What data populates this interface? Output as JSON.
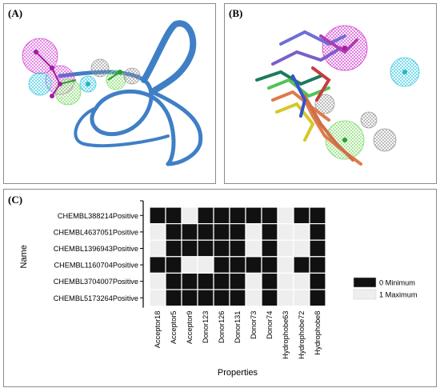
{
  "panels": {
    "a_label": "(A)",
    "b_label": "(B)",
    "c_label": "(C)"
  },
  "chart_data": {
    "type": "heatmap",
    "title": "",
    "xlabel": "Properties",
    "ylabel": "Name",
    "rows": [
      "CHEMBL388214Positive",
      "CHEMBL4637051Positive",
      "CHEMBL1396943Positive",
      "CHEMBL1160704Positive",
      "CHEMBL3704007Positive",
      "CHEMBL5173264Positive"
    ],
    "columns": [
      "Acceptor18",
      "Acceptor5",
      "Acceptor9",
      "Donor123",
      "Donor126",
      "Donor131",
      "Donor73",
      "Donor74",
      "Hydrophobe63",
      "Hydrophobe72",
      "Hydrophobe8"
    ],
    "values": [
      [
        0,
        0,
        1,
        0,
        0,
        0,
        0,
        0,
        1,
        0,
        0
      ],
      [
        1,
        0,
        0,
        0,
        0,
        0,
        1,
        0,
        1,
        1,
        0
      ],
      [
        1,
        0,
        0,
        0,
        0,
        0,
        1,
        0,
        1,
        1,
        0
      ],
      [
        0,
        0,
        1,
        1,
        0,
        0,
        0,
        0,
        1,
        0,
        0
      ],
      [
        1,
        0,
        0,
        0,
        0,
        0,
        1,
        0,
        1,
        1,
        0
      ],
      [
        1,
        0,
        0,
        0,
        0,
        0,
        1,
        0,
        1,
        1,
        0
      ]
    ],
    "legend": [
      {
        "value": 0,
        "label": "0 Minimum",
        "color": "#111111"
      },
      {
        "value": 1,
        "label": "1 Maximum",
        "color": "#eeeeee"
      }
    ],
    "legend_position": "right"
  }
}
